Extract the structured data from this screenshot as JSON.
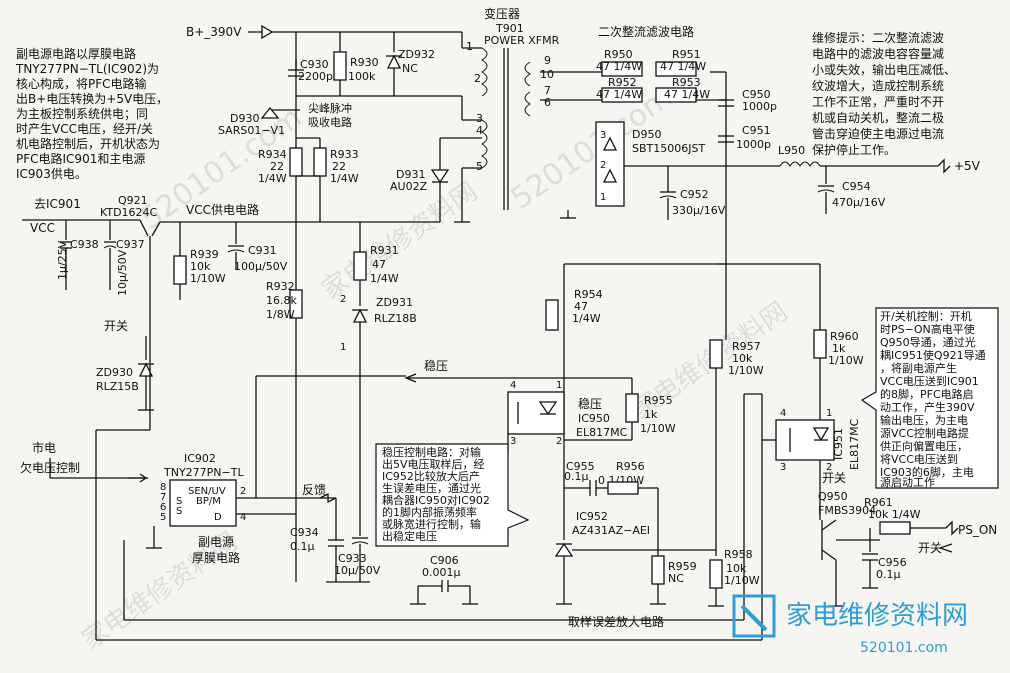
{
  "diagram": {
    "supply_in": "B+_390V",
    "output_5v": "+5V",
    "to_ic901": "去IC901",
    "vcc": "VCC",
    "vcc_circuit": "VCC供电电路",
    "ps_on": "PS_ON",
    "mains": "市电",
    "undervolt": "欠电压控制",
    "switch": "开关",
    "regulation": "稳压",
    "feedback": "反馈",
    "transformer": "变压器",
    "t901": "T901",
    "power_xfmr": "POWER XFMR",
    "secondary_filter": "二次整流滤波电路",
    "spike_absorb_1": "尖峰脉冲",
    "spike_absorb_2": "吸收电路",
    "sampling_amp": "取样误差放大电路",
    "aux_module_1": "副电源",
    "aux_module_2": "厚膜电路",
    "ic902": "IC902",
    "tny_label": "TNY277PN−TL",
    "pin_sen": "SEN/UV",
    "pin_bp": "BP/M",
    "pin_s": "S",
    "pin_d": "D",
    "pins_left": [
      "8",
      "7",
      "6",
      "5"
    ],
    "pin_2": "2",
    "pin_4": "4",
    "c930": [
      "C930",
      "2200p"
    ],
    "r930": [
      "R930",
      "100k"
    ],
    "zd932": [
      "ZD932",
      "NC"
    ],
    "d930": [
      "D930",
      "SARS01−V1"
    ],
    "r934": [
      "R934",
      "22",
      "1/4W"
    ],
    "r933": [
      "R933",
      "22",
      "1/4W"
    ],
    "d931": [
      "D931",
      "AU02Z"
    ],
    "q921": [
      "Q921",
      "KTD1624C"
    ],
    "c938": [
      "C938",
      "1μ/25V"
    ],
    "c937": [
      "C937",
      "10μ/50V"
    ],
    "r939": [
      "R939",
      "10k",
      "1/10W"
    ],
    "c931": [
      "C931",
      "100μ/50V"
    ],
    "r931": [
      "R931",
      "47",
      "1/4W"
    ],
    "r932": [
      "R932",
      "16.8k",
      "1/8W"
    ],
    "zd931": [
      "ZD931",
      "RLZ18B"
    ],
    "zd930": [
      "ZD930",
      "RLZ15B"
    ],
    "c934": [
      "C934",
      "0.1μ"
    ],
    "c933": [
      "C933",
      "10μ/50V"
    ],
    "c906": [
      "C906",
      "0.001μ"
    ],
    "r950": [
      "R950",
      "47 1/4W"
    ],
    "r951": [
      "R951",
      "47 1/4W"
    ],
    "r952": [
      "R952",
      "47 1/4W"
    ],
    "r953": [
      "R953",
      "47 1/4W"
    ],
    "c950": [
      "C950",
      "1000p"
    ],
    "c951": [
      "C951",
      "1000p"
    ],
    "d950": [
      "D950",
      "SBT15006JST"
    ],
    "c952": [
      "C952",
      "330μ/16V"
    ],
    "l950": "L950",
    "c954": [
      "C954",
      "470μ/16V"
    ],
    "r954": [
      "R954",
      "47",
      "1/4W"
    ],
    "ic950": [
      "稳压",
      "IC950",
      "EL817MC"
    ],
    "r955": [
      "R955",
      "1k",
      "1/10W"
    ],
    "c955": [
      "C955",
      "0.1μ"
    ],
    "r956": [
      "R956",
      "0 1/10W"
    ],
    "ic952": [
      "IC952",
      "AZ431AZ−AEI"
    ],
    "r959": [
      "R959",
      "NC"
    ],
    "r958": [
      "R958",
      "10k",
      "1/10W"
    ],
    "r957": [
      "R957",
      "10k",
      "1/10W"
    ],
    "r960": [
      "R960",
      "1k",
      "1/10W"
    ],
    "ic951": [
      "IC951",
      "EL817MC"
    ],
    "q950": [
      "Q950",
      "FMBS3904"
    ],
    "r961": [
      "R961",
      "10k 1/4W"
    ],
    "c956": [
      "C956",
      "0.1μ"
    ],
    "xfmr_pins": [
      "1",
      "2",
      "3",
      "4",
      "5",
      "9",
      "10",
      "7",
      "6"
    ],
    "opto_pins": [
      "4",
      "3",
      "1",
      "2"
    ],
    "watermark_site": "家电维修资料网",
    "watermark_url": "520101.com"
  },
  "notes": {
    "left": [
      "副电源电路以厚膜电路",
      "TNY277PN−TL(IC902)为",
      "核心构成，将PFC电路输",
      "出B+电压转换为+5V电压，",
      "为主板控制系统供电；同",
      "时产生VCC电压，经开/关",
      "机电路控制后，开机状态为",
      "PFC电路IC901和主电源",
      "IC903供电。"
    ],
    "repair": [
      "维修提示：二次整流滤波",
      "电路中的滤波电容容量减",
      "小或失效，输出电压减低、",
      "纹波增大，造成控制系统",
      "工作不正常，严重时不开",
      "机或自动关机，整流二极",
      "管击穿迫使主电源过电流",
      "保护停止工作。"
    ],
    "regulation": [
      "稳压控制电路：对输",
      "出5V电压取样后，经",
      "IC952比较放大后产",
      "生误差电压，通过光",
      "耦合器IC950对IC902",
      "的1脚内部振荡频率",
      "或脉宽进行控制，输",
      "出稳定电压"
    ],
    "power_switch": [
      "开/关机控制：开机",
      "时PS−ON高电平使",
      "Q950导通，通过光",
      "耦IC951使Q921导通",
      "，将副电源产生",
      "VCC电压送到IC901",
      "的8脚，PFC电路启",
      "动工作，产生390V",
      "输出电压，为主电",
      "源VCC控制电路提",
      "供正向偏置电压，",
      "将VCC电压送到",
      "IC903的6脚，主电",
      "源启动工作"
    ]
  }
}
